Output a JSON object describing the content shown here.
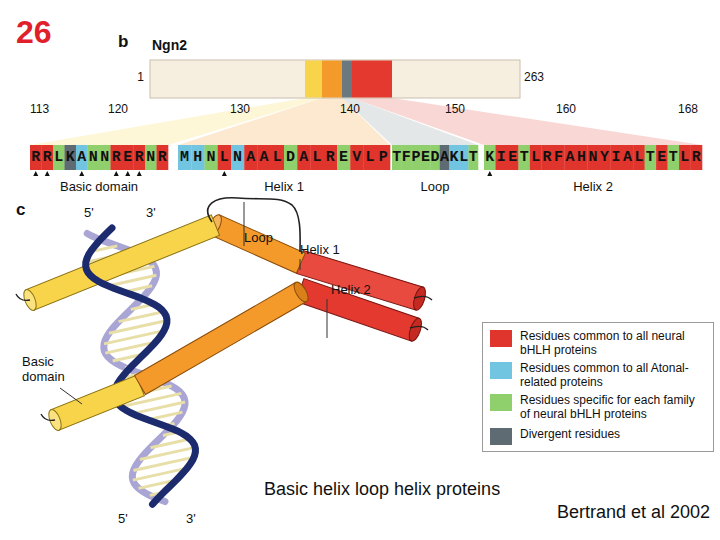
{
  "diagram": {
    "caption": "Basic helix loop helix proteins",
    "labels": [
      "26",
      "b",
      "Ngn2",
      "1",
      "263",
      "113",
      "120",
      "130",
      "140",
      "150",
      "160",
      "168",
      "RRLKANNRERNR",
      "MHNLNAALDALREVLP",
      "TFPEDAKLT",
      "KIETLRFAHNYIALTETLR",
      "Basic domain",
      "Helix 1",
      "Loop",
      "Helix 2",
      "c",
      "5'",
      "3'",
      "Loop",
      "Helix 1",
      "Helix 2",
      "Basic domain",
      "5'",
      "3'",
      "Bertrand et al 2002"
    ],
    "legend": [
      {
        "text": "Residues common to all neural bHLH proteins",
        "color": "#e0352d"
      },
      {
        "text": "Residues common to all Atonal-related proteins",
        "color": "#72c5e0"
      },
      {
        "text": "Residues specific for each family of neural bHLH proteins",
        "color": "#8fcf6c"
      },
      {
        "text": "Divergent residues",
        "color": "#5f6b73"
      }
    ]
  }
}
